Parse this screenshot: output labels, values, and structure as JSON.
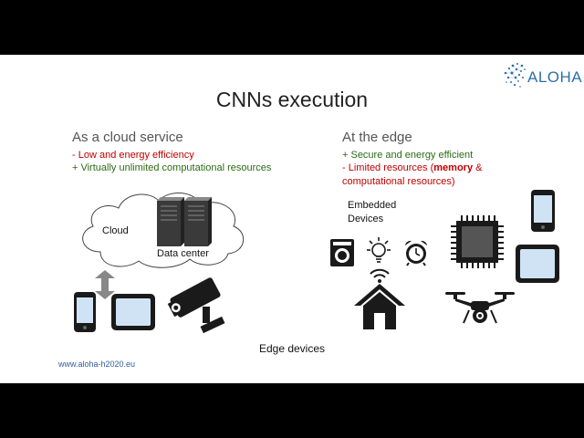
{
  "slide": {
    "title": "CNNs execution",
    "logo_text": "ALOHA",
    "footer_url": "www.aloha-h2020.eu",
    "edge_devices_label": "Edge devices"
  },
  "cloud_column": {
    "heading": "As a cloud service",
    "bullet_1": "- Low and energy efficiency",
    "bullet_2": "+ Virtually unlimited computational resources",
    "cloud_label": "Cloud",
    "datacenter_label": "Data center"
  },
  "edge_column": {
    "heading": "At the edge",
    "bullet_1": "+ Secure and energy efficient",
    "bullet_2_prefix": "- Limited resources (",
    "bullet_2_bold": "memory",
    "bullet_2_suffix": " &",
    "bullet_2_line2": "computational resources)",
    "embedded_line1": "Embedded",
    "embedded_line2": "Devices"
  },
  "colors": {
    "negative": "#c00000",
    "positive": "#2b6b14",
    "logo": "#2e6fa8",
    "icon": "#1a1a1a",
    "screen": "#cfe3f5"
  },
  "icons": [
    "aloha-logo",
    "cloud-icon",
    "server-icon",
    "updown-arrow-icon",
    "phone-icon",
    "tablet-icon",
    "security-camera-icon",
    "washing-machine-icon",
    "lightbulb-icon",
    "alarm-clock-icon",
    "wifi-icon",
    "home-icon",
    "chip-icon",
    "drone-icon"
  ]
}
